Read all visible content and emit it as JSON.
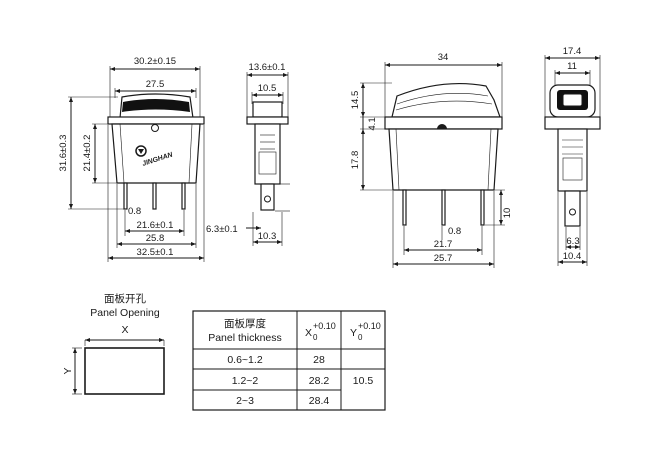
{
  "front_view": {
    "dims": {
      "top_width": "30.2±0.15",
      "inner_width": "27.5",
      "total_height": "31.6±0.3",
      "body_height": "21.4±0.2",
      "pin_thickness": "0.8",
      "pin_span": "21.6±0.1",
      "bottom_width": "25.8",
      "overall_width": "32.5±0.1"
    },
    "brand": "JINGHAN"
  },
  "side_view": {
    "dims": {
      "top_width": "13.6±0.1",
      "inner_width": "10.5",
      "pin_height": "6.3±0.1",
      "bottom_width": "10.3"
    }
  },
  "cover_front_view": {
    "dims": {
      "width": "34",
      "cap_height": "14.5",
      "ring_height": "4.1",
      "body_height": "17.8",
      "pin_length": "10",
      "pin_thickness": "0.8",
      "pin_span": "21.7",
      "bottom_width": "25.7"
    }
  },
  "cover_side_view": {
    "dims": {
      "top_width": "17.4",
      "cap_width": "11",
      "pin_height": "6.3",
      "bottom_width": "10.4"
    }
  },
  "panel_opening": {
    "title_cn": "面板开孔",
    "title_en": "Panel Opening",
    "x_label": "X",
    "y_label": "Y"
  },
  "thickness_table": {
    "header_cn": "面板厚度",
    "header_en": "Panel thickness",
    "x_header_base": "X",
    "x_header_sup": "+0.10",
    "x_header_sub": "0",
    "y_header_base": "Y",
    "y_header_sup": "+0.10",
    "y_header_sub": "0",
    "rows": [
      {
        "thickness": "0.6~1.2",
        "x": "28"
      },
      {
        "thickness": "1.2~2",
        "x": "28.2"
      },
      {
        "thickness": "2~3",
        "x": "28.4"
      }
    ],
    "y_value": "10.5"
  }
}
